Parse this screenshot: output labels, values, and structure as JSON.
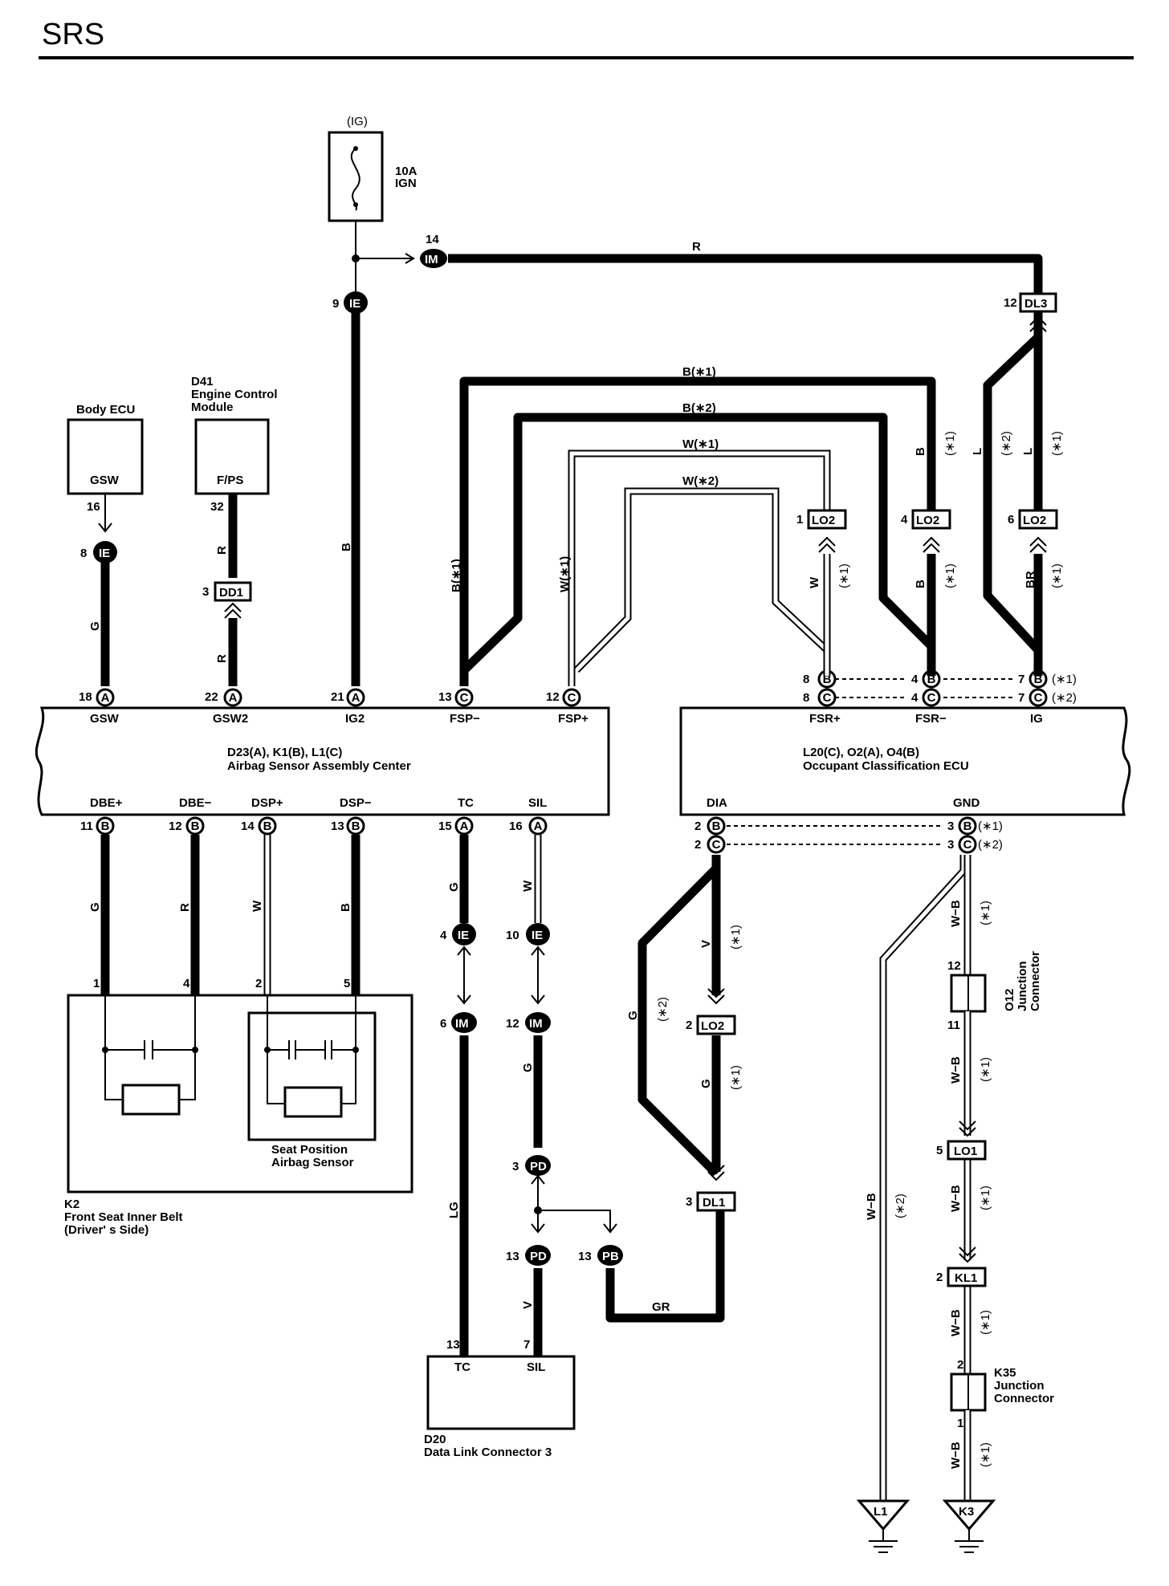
{
  "title": "SRS",
  "fuse": {
    "circuit": "(IG)",
    "rating": "10A",
    "name": "IGN"
  },
  "components": {
    "body_ecu": {
      "name": "Body ECU",
      "pin": "GSW"
    },
    "engine_module": {
      "code": "D41",
      "name_line1": "Engine Control",
      "name_line2": "Module",
      "pin": "F/PS"
    },
    "airbag_center": {
      "codes": "D23(A), K1(B), L1(C)",
      "name": "Airbag Sensor Assembly Center"
    },
    "occupant_ecu": {
      "codes": "L20(C), O2(A), O4(B)",
      "name": "Occupant Classification ECU"
    },
    "belt": {
      "code": "K2",
      "name_line1": "Front Seat Inner Belt",
      "name_line2": "(Driver' s Side)"
    },
    "seat_sensor": {
      "name_line1": "Seat Position",
      "name_line2": "Airbag Sensor"
    },
    "dlc": {
      "code": "D20",
      "name": "Data Link Connector 3",
      "pin1": "TC",
      "pin2": "SIL"
    },
    "o12": {
      "code": "O12",
      "line1": "Junction",
      "line2": "Connector"
    },
    "k35": {
      "code": "K35",
      "line1": "Junction",
      "line2": "Connector"
    }
  },
  "grounds": [
    "L1",
    "K3"
  ],
  "airbag_top_pins": [
    {
      "no": "18",
      "conn": "A",
      "name": "GSW"
    },
    {
      "no": "22",
      "conn": "A",
      "name": "GSW2"
    },
    {
      "no": "21",
      "conn": "A",
      "name": "IG2"
    },
    {
      "no": "13",
      "conn": "C",
      "name": "FSP−"
    },
    {
      "no": "12",
      "conn": "C",
      "name": "FSP+"
    }
  ],
  "airbag_bottom_pins": [
    {
      "no": "11",
      "conn": "B",
      "name": "DBE+"
    },
    {
      "no": "12",
      "conn": "B",
      "name": "DBE−"
    },
    {
      "no": "14",
      "conn": "B",
      "name": "DSP+"
    },
    {
      "no": "13",
      "conn": "B",
      "name": "DSP−"
    },
    {
      "no": "15",
      "conn": "A",
      "name": "TC"
    },
    {
      "no": "16",
      "conn": "A",
      "name": "SIL"
    }
  ],
  "ecu_top": {
    "names": [
      "FSR+",
      "FSR−",
      "IG"
    ],
    "row1": [
      {
        "no": "8",
        "conn": "B"
      },
      {
        "no": "4",
        "conn": "B"
      },
      {
        "no": "7",
        "conn": "B"
      }
    ],
    "row2": [
      {
        "no": "8",
        "conn": "C"
      },
      {
        "no": "4",
        "conn": "C"
      },
      {
        "no": "7",
        "conn": "C"
      }
    ],
    "row1_note": "(∗1)",
    "row2_note": "(∗2)"
  },
  "ecu_bottom": {
    "names": [
      "DIA",
      "GND"
    ],
    "row1": [
      {
        "no": "2",
        "conn": "B"
      },
      {
        "no": "3",
        "conn": "B"
      }
    ],
    "row2": [
      {
        "no": "2",
        "conn": "C"
      },
      {
        "no": "3",
        "conn": "C"
      }
    ],
    "row1_note": "(∗1)",
    "row2_note": "(∗2)"
  },
  "junctions": [
    {
      "no": "14",
      "code": "IM"
    },
    {
      "no": "9",
      "code": "IE"
    },
    {
      "no": "8",
      "code": "IE"
    },
    {
      "no": "4",
      "code": "IE"
    },
    {
      "no": "10",
      "code": "IE"
    },
    {
      "no": "6",
      "code": "IM"
    },
    {
      "no": "12",
      "code": "IM"
    },
    {
      "no": "3",
      "code": "PD"
    },
    {
      "no": "13",
      "code": "PD"
    },
    {
      "no": "13",
      "code": "PB"
    }
  ],
  "connectors": [
    {
      "no": "3",
      "code": "DD1"
    },
    {
      "no": "12",
      "code": "DL3"
    },
    {
      "no": "1",
      "code": "LO2"
    },
    {
      "no": "4",
      "code": "LO2"
    },
    {
      "no": "6",
      "code": "LO2"
    },
    {
      "no": "2",
      "code": "LO2"
    },
    {
      "no": "3",
      "code": "DL1"
    },
    {
      "no": "5",
      "code": "LO1"
    },
    {
      "no": "2",
      "code": "KL1"
    }
  ],
  "pin_numbers": {
    "body_gsw": "16",
    "engine_fps": "32",
    "belt_1": "1",
    "belt_4": "4",
    "belt_2": "2",
    "belt_5": "5",
    "dlc_tc": "13",
    "dlc_sil": "7",
    "o12_top": "12",
    "o12_bot": "11",
    "k35_top": "2",
    "k35_bot": "1"
  },
  "wires": {
    "R": "R",
    "B": "B",
    "G": "G",
    "W": "W",
    "V": "V",
    "GR": "GR",
    "LG": "LG",
    "L": "L",
    "BR": "BR",
    "WB": "W−B",
    "B1": "B(∗1)",
    "B2": "B(∗2)",
    "W1": "W(∗1)",
    "W2": "W(∗2)",
    "n1": "(∗1)",
    "n2": "(∗2)"
  }
}
